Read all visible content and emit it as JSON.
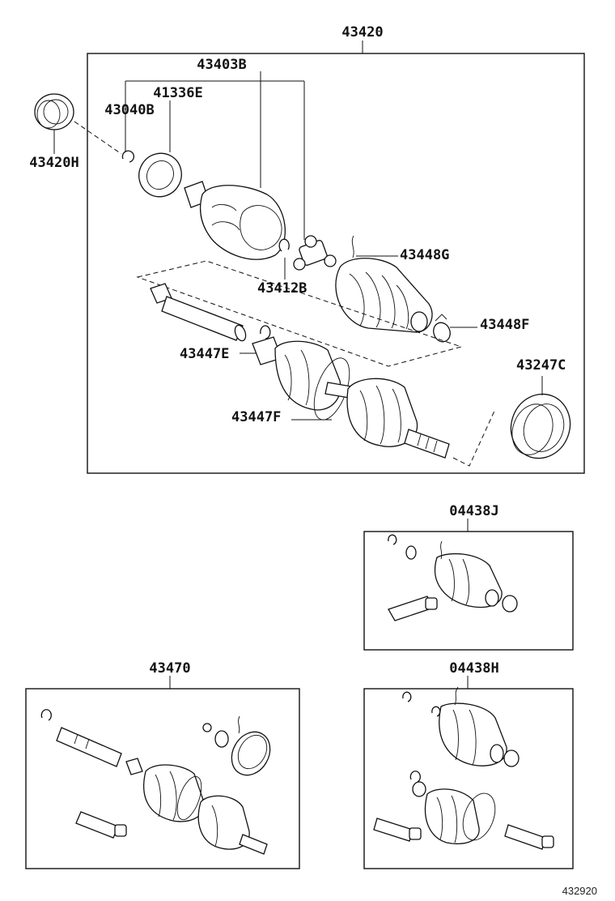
{
  "labels": {
    "p43420": "43420",
    "p43403B": "43403B",
    "p41336E": "41336E",
    "p43040B": "43040B",
    "p43420H": "43420H",
    "p43448G": "43448G",
    "p43412B": "43412B",
    "p43448F": "43448F",
    "p43447E": "43447E",
    "p43247C": "43247C",
    "p43447F": "43447F",
    "p04438J": "04438J",
    "p43470": "43470",
    "p04438H": "04438H"
  },
  "figure_ref": "432920",
  "colors": {
    "line": "#111111",
    "background": "#ffffff"
  }
}
